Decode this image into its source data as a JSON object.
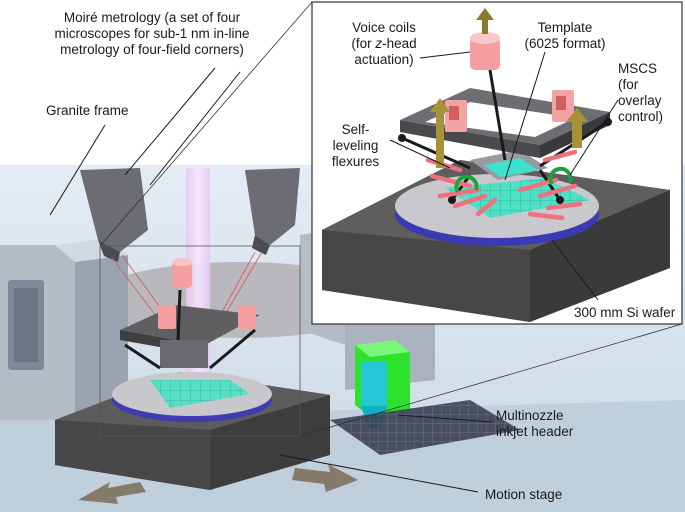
{
  "labels": {
    "moire": "Moiré metrology (a set of four\nmicroscopes for sub-1 nm in-line\nmetrology of four-field corners)",
    "granite": "Granite frame",
    "voice_coils_pre": "Voice coils\n(for ",
    "voice_coils_z": "z",
    "voice_coils_post": "-head\nactuation)",
    "template": "Template\n(6025 format)",
    "mscs": "MSCS\n(for\noverlay\ncontrol)",
    "flexures": "Self-\nleveling\nflexures",
    "wafer": "300 mm Si wafer",
    "inkjet": "Multinozzle\ninkjet header",
    "motion_stage": "Motion stage"
  },
  "colors": {
    "stage_top": "#5a5a5a",
    "stage_side": "#3f3f3f",
    "wafer": "#c8c8c8",
    "wafer_ring": "#4a49b8",
    "grid_cyan": "#3ee6c0",
    "coil_pink": "#f4a0a0",
    "arrow_olive": "#8c7a2e",
    "inkjet_green": "#25e025",
    "beam_violet": "#d6a8f0",
    "bg_blue": "#dfe9f2"
  }
}
